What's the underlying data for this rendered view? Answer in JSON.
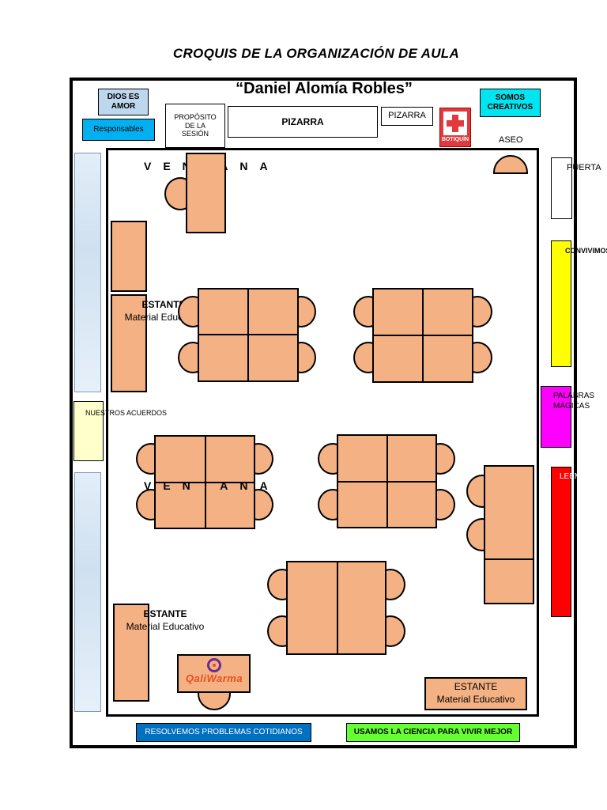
{
  "title": "CROQUIS DE LA ORGANIZACIÓN DE AULA",
  "school_name": "“Daniel Alomía Robles”",
  "labels": {
    "dios_es_amor": "DIOS ES AMOR",
    "responsables": "Responsables",
    "proposito": "PROPÓSITO DE LA SESIÓN",
    "pizarra_main": "PIZARRA",
    "pizarra_small": "PIZARRA",
    "somos_creativos": "SOMOS CREATIVOS",
    "botiquin": "BOTIQUÍN",
    "aseo": "ASEO",
    "puerta": "PUERTA",
    "convivimos": "CONVIVIMOS",
    "palabras_magicas": "PALABRAS MÁGICAS",
    "leemos": "LEEMOS",
    "nuestros_acuerdos": "NUESTROS ACUERDOS",
    "ventana_top": "VENTANA",
    "ventana_mid": "VENTANA",
    "estante_1": "ESTANTE",
    "estante_1_sub": "Material Educativo",
    "estante_2": "ESTANTE",
    "estante_2_sub": "Material Educativo",
    "estante_3": "ESTANTE",
    "estante_3_sub": "Material Educativo",
    "qaliwarma": "QaliWarma",
    "resolvemos": "RESOLVEMOS PROBLEMAS COTIDIANOS",
    "usamos_ciencia": "USAMOS LA CIENCIA PARA VIVIR MEJOR"
  },
  "colors": {
    "desk": "#f4b183",
    "dios_es_amor": "#bdd7ee",
    "responsables": "#00b0f0",
    "somos_creativos": "#00e5f0",
    "botiquin": "#e0393e",
    "convivimos": "#ffff00",
    "palabras_magicas": "#ff00ff",
    "leemos": "#ff0000",
    "nuestros_acuerdos": "#ffffcc",
    "resolvemos": "#0070c0",
    "usamos_ciencia": "#66ff33"
  }
}
